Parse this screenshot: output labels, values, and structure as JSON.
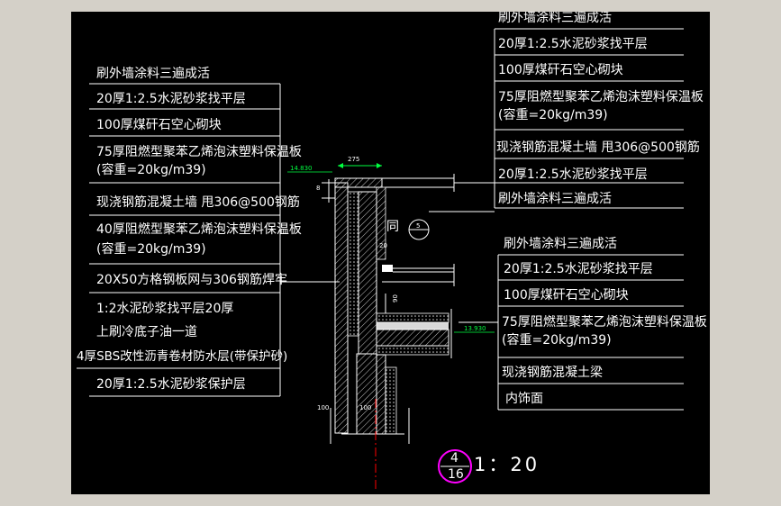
{
  "left_callout": {
    "top_label": "刷外墙涂料三遍成活",
    "layers": [
      "20厚1:2.5水泥砂浆找平层",
      "100厚煤矸石空心砌块",
      "75厚阻燃型聚苯乙烯泡沫塑料保温板",
      "(容重=20kg/m39)",
      "现浇钢筋混凝土墙 甩306@500钢筋",
      "40厚阻燃型聚苯乙烯泡沫塑料保温板",
      "(容重=20kg/m39)",
      "20X50方格钢板网与306钢筋焊牢",
      "1:2水泥砂浆找平层20厚",
      "上刷冷底子油一道",
      "4厚SBS改性沥青卷材防水层(带保护砂)",
      "20厚1:2.5水泥砂浆保护层"
    ]
  },
  "right_top_callout": {
    "top_label": "刷外墙涂料三遍成活",
    "layers": [
      "20厚1:2.5水泥砂浆找平层",
      "100厚煤矸石空心砌块",
      "75厚阻燃型聚苯乙烯泡沫塑料保温板",
      "(容重=20kg/m39)",
      "现浇钢筋混凝土墙 甩306@500钢筋",
      "20厚1:2.5水泥砂浆找平层",
      "刷外墙涂料三遍成活"
    ]
  },
  "right_bottom_callout": {
    "top_label": "刷外墙涂料三遍成活",
    "layers": [
      "20厚1:2.5水泥砂浆找平层",
      "100厚煤矸石空心砌块",
      "75厚阻燃型聚苯乙烯泡沫塑料保温板",
      "(容重=20kg/m39)",
      "现浇钢筋混凝土梁",
      "内饰面"
    ]
  },
  "dimensions": {
    "width_top": "275",
    "elev_top": "14.830",
    "elev_mid": "13.930",
    "dim_20": "20",
    "dim_8": "8",
    "dim_90": "90",
    "dim_100_left": "100",
    "dim_100_mid": "100",
    "same_label": "同",
    "ref_circle": "5"
  },
  "detail_tag": {
    "number": "4",
    "sheet": "16",
    "scale": "1：20"
  },
  "colors": {
    "background": "#000000",
    "line": "#ffffff",
    "dimension": "#00ff40",
    "tag_circle": "#ff00ff",
    "axis": "#ff0000",
    "hatch": "#c8c8c8"
  }
}
